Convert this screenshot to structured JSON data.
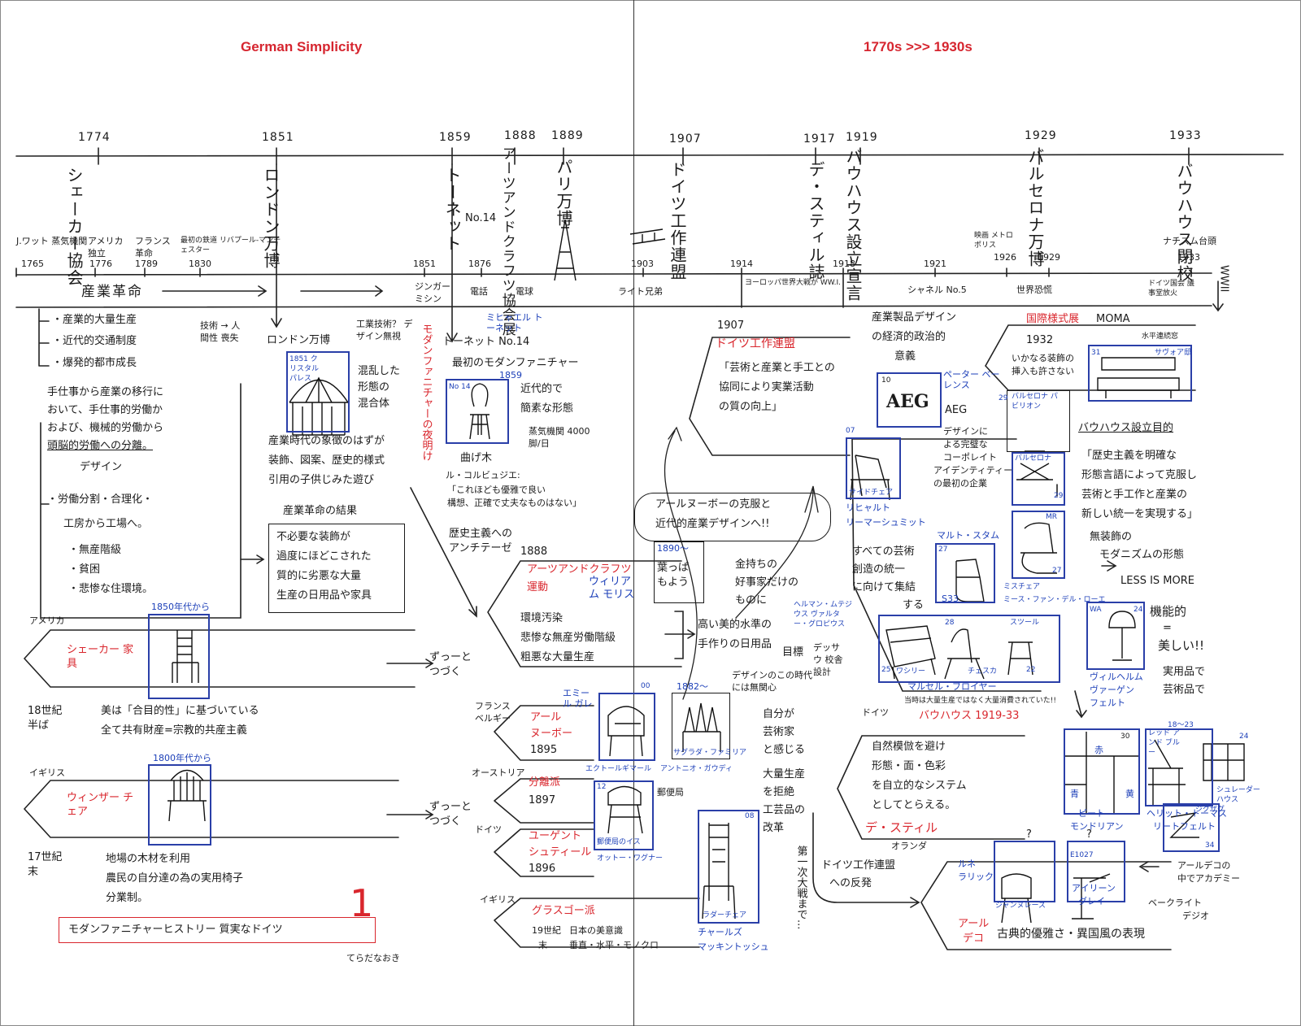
{
  "header": {
    "left": "German Simplicity",
    "right": "1770s >>> 1930s"
  },
  "timeline_top": {
    "events": [
      {
        "year": "1774",
        "label": "シェーカー協会"
      },
      {
        "year": "1851",
        "label": "ロンドン万博"
      },
      {
        "year": "1859",
        "label": "トーネット"
      },
      {
        "year": "1888",
        "label": "アーツアンドクラフツ協会展"
      },
      {
        "year": "1889",
        "label": "パリ万博"
      },
      {
        "year": "1907",
        "label": "ドイツ工作連盟"
      },
      {
        "year": "1917",
        "label": "デ・スティル誌"
      },
      {
        "year": "1919",
        "label": "バウハウス設立宣言"
      },
      {
        "year": "1929",
        "label": "バルセロナ万博"
      },
      {
        "year": "1933",
        "label": "バウハウス閉校"
      }
    ],
    "no14": "No.14"
  },
  "timeline_mid": {
    "events": [
      {
        "year": "1765",
        "label": "J.ワット 蒸気機関"
      },
      {
        "year": "1776",
        "label": "アメリカ 独立"
      },
      {
        "year": "1789",
        "label": "フランス 革命"
      },
      {
        "year": "1830",
        "label": "最初の鉄道 リバプール-マンチェスター"
      },
      {
        "year": "1851",
        "label": "ジンガー ミシン"
      },
      {
        "year": "1876",
        "label": "電話"
      },
      {
        "year": "",
        "label": "電球"
      },
      {
        "year": "1903",
        "label": "ライト兄弟"
      },
      {
        "year": "1914",
        "label": ""
      },
      {
        "year": "1918",
        "label": ""
      },
      {
        "year": "1921",
        "label": "シャネル No.5"
      },
      {
        "year": "1926",
        "label": "映画 メトロポリス"
      },
      {
        "year": "1929",
        "label": "世界恐慌"
      },
      {
        "year": "1933",
        "label": "ドイツ国会 議事堂放火"
      }
    ],
    "ww1": "ヨーロッパ世界大戦が WW.I.",
    "nazis": "ナチズム台頭",
    "ww2": "WWII",
    "industrial_revolution": "産業革命"
  },
  "left": {
    "bullets": [
      "・産業的大量生産",
      "・近代的交通制度",
      "・爆発的都市成長"
    ],
    "loss": "技術 → 人間性 喪失",
    "shift": [
      "手仕事から産業の移行に",
      "おいて、手仕事的労働か",
      "および、機械的労働から",
      "頭脳的労働への分離。"
    ],
    "design": "デザイン",
    "division": "・労働分割・合理化・",
    "factory": "工房から工場へ。",
    "problems": [
      "・無産階級",
      "・貧困",
      "・悲惨な住環境。"
    ],
    "london_expo": "ロンドン万博",
    "crystal": "1851 クリスタル パレス",
    "tech_q": "工業技術？ デザイン無視",
    "mixed": [
      "混乱した",
      "形態の",
      "混合体"
    ],
    "symbol": [
      "産業時代の象徴のはずが",
      "装飾、図案、歴史的様式",
      "引用の子供じみた遊び"
    ],
    "result_title": "産業革命の結果",
    "result": [
      "不必要な装飾が",
      "過度にほどこされた",
      "質的に劣悪な大量",
      "生産の日用品や家具"
    ],
    "modern_origin": "モダンファニチャーの夜明け",
    "america": "アメリカ",
    "shaker_year": "1850年代から",
    "shaker": "シェーカー 家具",
    "continue1": "ずっーと つづく",
    "shaker_note": [
      "18世紀 半ば",
      "美は「合目的性」に基づいている",
      "全て共有財産=宗教的共産主義"
    ],
    "england": "イギリス",
    "windsor_year": "1800年代から",
    "windsor": "ウィンザー チェア",
    "continue2": "ずっーと つづく",
    "windsor_note": [
      "17世紀 末",
      "地場の木材を利用",
      "農民の自分達の為の実用椅子",
      "分業制。"
    ],
    "big_number": "1",
    "footer_title": "モダンファニチャーヒストリー 質実なドイツ",
    "footer_note": "てらだなおき"
  },
  "center": {
    "michael": "ミヒャエル トーネット",
    "thonet": "トーネット No.14",
    "first_modern": "最初のモダンファニチャー",
    "no14_badge": "No 14",
    "badge_1859": "1859",
    "simple": [
      "近代的で",
      "簡素な形態"
    ],
    "steam": "蒸気機関 4000脚/日",
    "bentwood": "曲げ木",
    "corbusier_label": "ル・コルビュジエ:",
    "corbusier_quote": [
      "「これほども優雅で良い",
      "構想、正確で丈夫なものはない」"
    ],
    "historicism": "歴史主義への アンチテーゼ",
    "arts_year": "1888",
    "arts_title": [
      "アーツアンドクラフツ",
      "運動"
    ],
    "morris": "ウィリアム モリス",
    "arts_points": [
      "環境汚染",
      "悲惨な無産労働階級",
      "粗悪な大量生産"
    ],
    "high_level": [
      "高い美的水準の",
      "手作りの日用品"
    ],
    "goal": "目標",
    "wallpaper_year": "1890〜",
    "wallpaper": "葉っぱ もよう",
    "rich_only": [
      "金持ちの",
      "好事家だけの",
      "ものに"
    ],
    "gropius_note": "ヘルマン・ムテジウス ヴァルター・グロピウス",
    "dessau": "デッサウ 校舎設計",
    "nouveau_box": [
      "アールヌーボーの克服と",
      "近代的産業デザインへ!!"
    ],
    "craft_bunri": "デザインのこの時代 には無関心",
    "self_art": [
      "自分が",
      "芸術家",
      "と感じる"
    ],
    "reject": [
      "大量生産",
      "を拒絶",
      "工芸品の",
      "改革"
    ],
    "ww1_until": "第一次大戦まで...",
    "france_belgium": "フランス ベルギー",
    "gallé": "エミール ガレ",
    "art_nouveau": [
      "アール",
      "ヌーボー"
    ],
    "an_year": "1895",
    "escritoire": "エクトールギマール",
    "gaudi_year": "1882〜",
    "gaudi": "アントニオ・ガウディ",
    "sagrada": "サグラダ・ファミリア",
    "austria": "オーストリア",
    "secession": "分離派",
    "secession_year": "1897",
    "post_office": "郵便局",
    "post_chair": "郵便局のイス",
    "wagner": "オットー・ワグナー",
    "germany": "ドイツ",
    "jugend": [
      "ユーゲント",
      "シュティール"
    ],
    "jugend_year": "1896",
    "england": "イギリス",
    "glasgow": "グラスゴー派",
    "glasgow_note": [
      "19世紀",
      "末",
      "日本の美意識",
      "垂直・水平・モノクロ"
    ],
    "ladder": "ラダーチェア",
    "mackintosh": [
      "チャールズ",
      "マッキントッシュ"
    ],
    "n00": "00",
    "n08": "08",
    "n12": "12"
  },
  "right": {
    "werkbund_year": "1907",
    "werkbund": "ドイツ工作連盟",
    "werkbund_quote": [
      "「芸術と産業と手工との",
      "協同により実業活動",
      "の質の向上」"
    ],
    "industry_design": [
      "産業製品デザイン",
      "の経済的政治的",
      "意義"
    ],
    "aeg": "AEG",
    "aeg_label": "AEG",
    "aeg_n": "10",
    "behrens": "ペーター ベーレンス",
    "corporate": [
      "デザインに",
      "よる完璧な",
      "コーポレイト",
      "アイデンティティー",
      "の最初の企業"
    ],
    "rietveld_n": "07",
    "rietveld_chair": "サイドチェア",
    "riemerschmid": [
      "リヒャルト",
      "リーマーシュミット"
    ],
    "intl_style": "国際様式展",
    "moma": "MOMA",
    "intl_year": "1932",
    "intl_note": [
      "いかなる装飾の",
      "挿入も許さない"
    ],
    "horizontal": "水平連続窓",
    "savoye": "サヴォア邸",
    "n31": "31",
    "n29": "29",
    "barcelona_pav": "バルセロナ パビリオン",
    "bauhaus_goal": "バウハウス設立目的",
    "bauhaus_quote": [
      "「歴史主義を明確な",
      "形態言語によって克服し",
      "芸術と手工作と産業の",
      "新しい統一を実現する」"
    ],
    "barcelona_chair": "バルセロナ",
    "mr": "MR",
    "mies": "ミース・ファン・デル・ローエ",
    "mies_chair": "ミスチェア",
    "n27": "27",
    "mart_stam": "マルト・スタム",
    "s33": "S33",
    "unity": [
      "すべての芸術",
      "創造の統一",
      "に向けて集結",
      "する"
    ],
    "no_ornament": [
      "無装飾の",
      "モダニズムの形態"
    ],
    "less_more": "LESS IS MORE",
    "wa": "WA",
    "n24": "24",
    "functional": [
      "機能的",
      "=",
      "美しい!!"
    ],
    "practical": [
      "実用品で",
      "芸術品で"
    ],
    "wagenfeld": [
      "ヴィルヘルム",
      "ヴァーゲン",
      "フェルト"
    ],
    "n25": "25",
    "n28": "28",
    "n22": "22",
    "wassily": "ワシリー",
    "cesca": "チェスカ",
    "stool": "スツール",
    "breuer": "マルセル・ブロイヤー",
    "mass_note": "当時は大量生産ではなく大量消費されていた!!",
    "bauhaus_years": "バウハウス 1919-33",
    "germany_r": "ドイツ",
    "destijl_note": [
      "自然模倣を避け",
      "形態・面・色彩",
      "を自立的なシステム",
      "としてとらえる。"
    ],
    "destijl": "デ・スティル",
    "holland": "オランダ",
    "n30": "30",
    "mondrian_label": [
      "赤",
      "青",
      "黄"
    ],
    "mondrian": [
      "ピート",
      "モンドリアン"
    ],
    "n18_23": "18〜23",
    "red_blue": "レッド アンド ブルー",
    "rietveld": [
      "ヘリット・トーマス",
      "リートフェルト"
    ],
    "schroder": "シュレーダー ハウス",
    "zigzag": "ジグザグ",
    "n34": "34",
    "werkbund_reaction": [
      "ドイツ工作連盟",
      "への反発"
    ],
    "ruhlmann": [
      "ルネ",
      "ラリック"
    ],
    "q": "?",
    "jeanneret": "ジャンヌレーズ",
    "e1027": "E1027",
    "gray": [
      "アイリーン",
      "グレイ"
    ],
    "artdeco_side": [
      "アールデコの",
      "中で",
      "アカデミー"
    ],
    "bakelite": [
      "ベークライト",
      "デジオ"
    ],
    "art_deco": [
      "アール",
      "デコ"
    ],
    "classic": "古典的優雅さ・異国風の表現"
  }
}
